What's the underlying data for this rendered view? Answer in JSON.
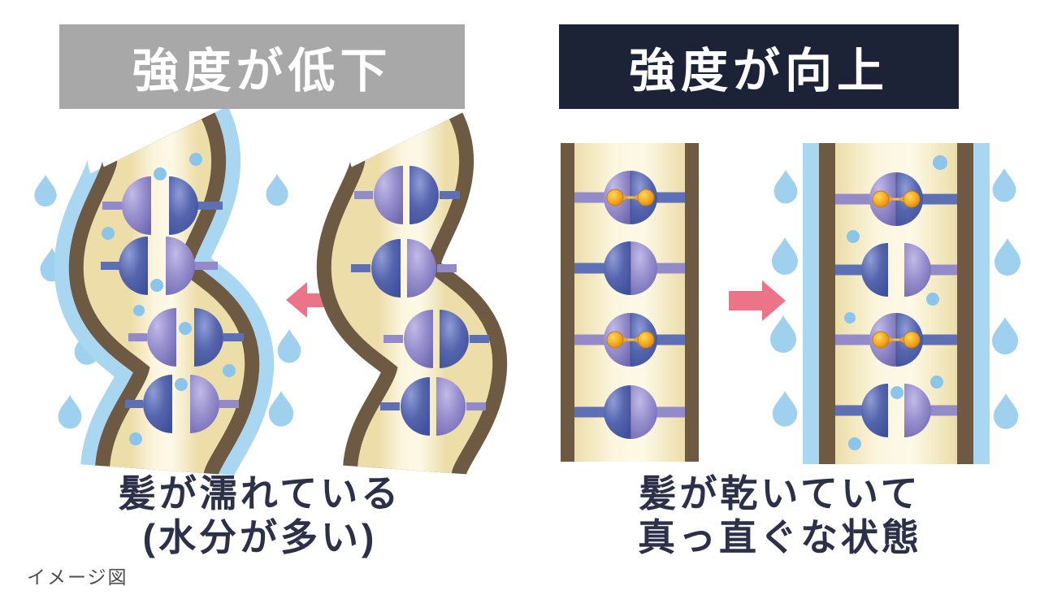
{
  "panels": {
    "left": {
      "header": "強度が低下",
      "caption": [
        "髪が濡れている",
        "(水分が多い)"
      ],
      "header_bg": "#a8a8a8"
    },
    "right": {
      "header": "強度が向上",
      "caption": [
        "髪が乾いていて",
        "真っ直ぐな状態"
      ],
      "header_bg": "#1c2336"
    }
  },
  "footnote": "イメージ図",
  "colors": {
    "background": "#ffffff",
    "header_text": "#ffffff",
    "caption_text": "#2c3048",
    "footnote_text": "#4d4f55",
    "arrow_pink": "#ec7488",
    "water_droplet_blue": "#9fd0ee",
    "water_molecule_blue": "#8cc5ea",
    "water_coat_blue": "#a9d6f0",
    "cuticle_brown": "#6e5942",
    "hair_inner_cream": "#fdf8e3",
    "bond_bar_lavender": "#938bc9",
    "bond_bar_blue": "#5d6fb5",
    "sphere_lavender": "#958dcc",
    "sphere_blue": "#5a6cb2",
    "strong_bond_orange": "#f4a71e"
  },
  "icons": {
    "between_wet_dry": "left-right-arrow-icon",
    "to_dry_state": "right-arrow-icon",
    "moisture": "water-droplet-icon"
  }
}
